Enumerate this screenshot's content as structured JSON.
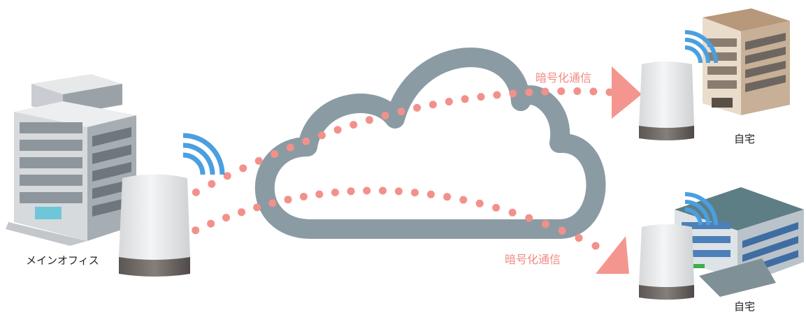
{
  "labels": {
    "main_office": "メインオフィス",
    "home_top": "自宅",
    "home_bottom": "自宅",
    "encrypted_top": "暗号化通信",
    "encrypted_bottom": "暗号化通信"
  },
  "colors": {
    "cloud": "#8a9ba4",
    "dots": "#f2918a",
    "wifi": "#4a9fe0",
    "router_body": "#e8e9ea",
    "router_base": "#6b6663"
  },
  "icons": {
    "cloud": "cloud-icon",
    "router": "router-icon",
    "wifi": "wifi-icon",
    "office": "office-building-icon",
    "home_tower": "tower-building-icon",
    "home_complex": "building-complex-icon"
  }
}
